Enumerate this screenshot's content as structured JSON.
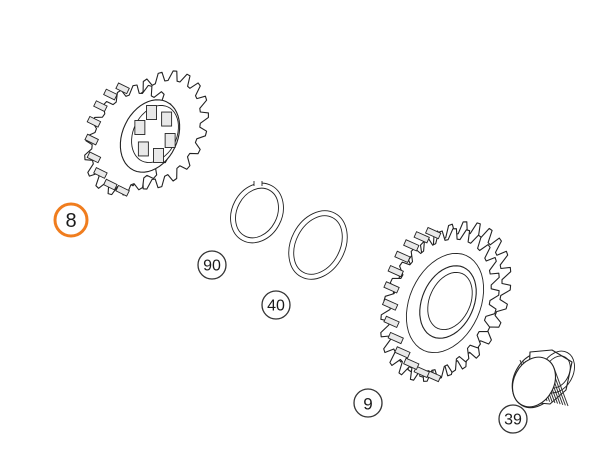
{
  "parts": [
    {
      "id": "shift-gear-double",
      "callout": "8",
      "highlighted": true
    },
    {
      "id": "circlip",
      "callout": "90",
      "highlighted": false
    },
    {
      "id": "thrust-washer",
      "callout": "40",
      "highlighted": false
    },
    {
      "id": "idler-gear",
      "callout": "9",
      "highlighted": false
    },
    {
      "id": "needle-bearing",
      "callout": "39",
      "highlighted": false
    }
  ],
  "colors": {
    "highlight": "#f07d1e",
    "line": "#222222",
    "background": "#ffffff"
  }
}
